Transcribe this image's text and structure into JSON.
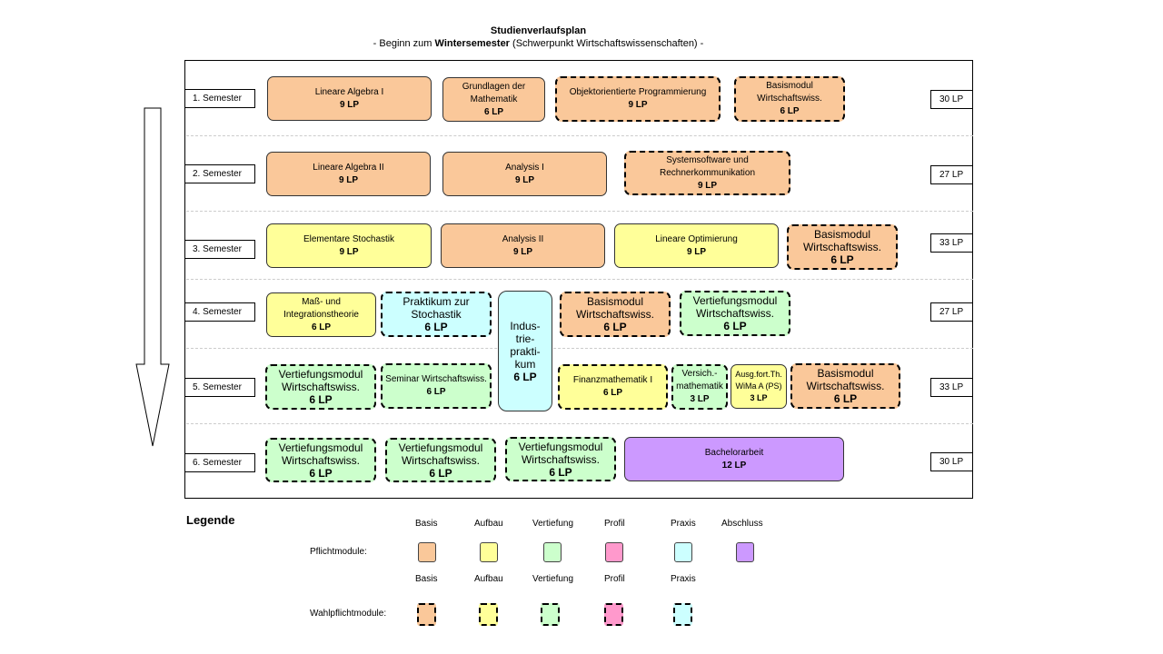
{
  "header": {
    "title": "Studienverlaufsplan",
    "subtitle_pre": "- Beginn zum ",
    "subtitle_bold": "Wintersemester",
    "subtitle_post": " (Schwerpunkt Wirtschaftswissenschaften) -"
  },
  "semesters": [
    {
      "label": "1. Semester",
      "lp": "30 LP"
    },
    {
      "label": "2. Semester",
      "lp": "27 LP"
    },
    {
      "label": "3. Semester",
      "lp": "33 LP"
    },
    {
      "label": "4. Semester",
      "lp": "27 LP"
    },
    {
      "label": "5. Semester",
      "lp": "33 LP"
    },
    {
      "label": "6. Semester",
      "lp": "30 LP"
    }
  ],
  "modules": [
    {
      "name": "Lineare Algebra I",
      "credits": "9 LP",
      "category": "Basis",
      "type": "Pflicht"
    },
    {
      "name": "Grundlagen der Mathematik",
      "credits": "6 LP",
      "category": "Basis",
      "type": "Pflicht"
    },
    {
      "name": "Objektorientierte Programmierung",
      "credits": "9 LP",
      "category": "Basis",
      "type": "Wahlpflicht"
    },
    {
      "name": "Basismodul Wirtschaftswiss.",
      "credits": "6 LP",
      "category": "Basis",
      "type": "Wahlpflicht"
    },
    {
      "name": "Lineare Algebra II",
      "credits": "9 LP",
      "category": "Basis",
      "type": "Pflicht"
    },
    {
      "name": "Analysis I",
      "credits": "9 LP",
      "category": "Basis",
      "type": "Pflicht"
    },
    {
      "name": "Systemsoftware und Rechnerkommunikation",
      "credits": "9 LP",
      "category": "Basis",
      "type": "Wahlpflicht"
    },
    {
      "name": "Elementare Stochastik",
      "credits": "9 LP",
      "category": "Aufbau",
      "type": "Pflicht"
    },
    {
      "name": "Analysis II",
      "credits": "9 LP",
      "category": "Basis",
      "type": "Pflicht"
    },
    {
      "name": "Lineare Optimierung",
      "credits": "9 LP",
      "category": "Aufbau",
      "type": "Pflicht"
    },
    {
      "name": "Basismodul Wirtschaftswiss.",
      "credits": "6 LP",
      "category": "Basis",
      "type": "Wahlpflicht"
    },
    {
      "name": "Maß- und Integrationstheorie",
      "credits": "6 LP",
      "category": "Aufbau",
      "type": "Pflicht"
    },
    {
      "name": "Praktikum zur Stochastik",
      "credits": "6 LP",
      "category": "Praxis",
      "type": "Wahlpflicht"
    },
    {
      "name": "Indus-\ntrie-\nprakti-\nkum",
      "credits": "6 LP",
      "category": "Praxis",
      "type": "Pflicht"
    },
    {
      "name": "Basismodul Wirtschaftswiss.",
      "credits": "6 LP",
      "category": "Basis",
      "type": "Wahlpflicht"
    },
    {
      "name": "Vertiefungsmodul Wirtschaftswiss.",
      "credits": "6 LP",
      "category": "Vertiefung",
      "type": "Wahlpflicht"
    },
    {
      "name": "Vertiefungsmodul Wirtschaftswiss.",
      "credits": "6 LP",
      "category": "Vertiefung",
      "type": "Wahlpflicht"
    },
    {
      "name": "Seminar Wirtschaftswiss.",
      "credits": "6 LP",
      "category": "Vertiefung",
      "type": "Wahlpflicht"
    },
    {
      "name": "Finanzmathematik I",
      "credits": "6 LP",
      "category": "Aufbau",
      "type": "Wahlpflicht"
    },
    {
      "name": "Versich.-\nmathematik",
      "credits": "3 LP",
      "category": "Vertiefung",
      "type": "Wahlpflicht"
    },
    {
      "name": "Ausg.fort.Th.\nWiMa A (PS)",
      "credits": "3 LP",
      "category": "Aufbau",
      "type": "Pflicht"
    },
    {
      "name": "Basismodul Wirtschaftswiss.",
      "credits": "6 LP",
      "category": "Basis",
      "type": "Wahlpflicht"
    },
    {
      "name": "Vertiefungsmodul Wirtschaftswiss.",
      "credits": "6 LP",
      "category": "Vertiefung",
      "type": "Wahlpflicht"
    },
    {
      "name": "Vertiefungsmodul Wirtschaftswiss.",
      "credits": "6 LP",
      "category": "Vertiefung",
      "type": "Wahlpflicht"
    },
    {
      "name": "Vertiefungsmodul Wirtschaftswiss.",
      "credits": "6 LP",
      "category": "Vertiefung",
      "type": "Wahlpflicht"
    },
    {
      "name": "Bachelorarbeit",
      "credits": "12 LP",
      "category": "Abschluss",
      "type": "Pflicht"
    }
  ],
  "legend": {
    "title": "Legende",
    "pflicht_label": "Pflichtmodule:",
    "wahlpflicht_label": "Wahlpflichtmodule:",
    "pflicht_categories": [
      "Basis",
      "Aufbau",
      "Vertiefung",
      "Profil",
      "Praxis",
      "Abschluss"
    ],
    "wahlpflicht_categories": [
      "Basis",
      "Aufbau",
      "Vertiefung",
      "Profil",
      "Praxis"
    ]
  },
  "colors": {
    "Basis": "#fac89a",
    "Aufbau": "#ffff99",
    "Vertiefung": "#ccffcc",
    "Profil": "#ff99cc",
    "Praxis": "#ccffff",
    "Abschluss": "#cc99ff"
  }
}
